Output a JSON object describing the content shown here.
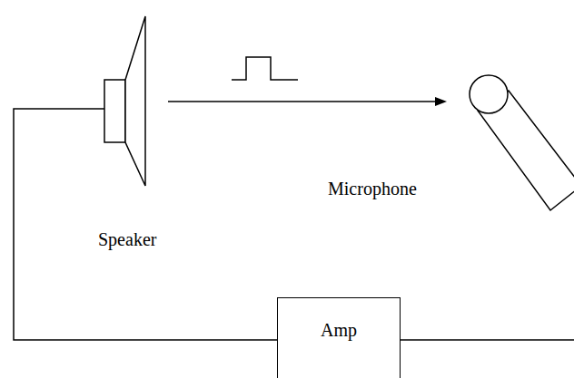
{
  "diagram": {
    "nodes": [
      {
        "text": [
          "Amp"
        ]
      }
    ],
    "labels": [
      "Speaker",
      "Microphone"
    ]
  }
}
